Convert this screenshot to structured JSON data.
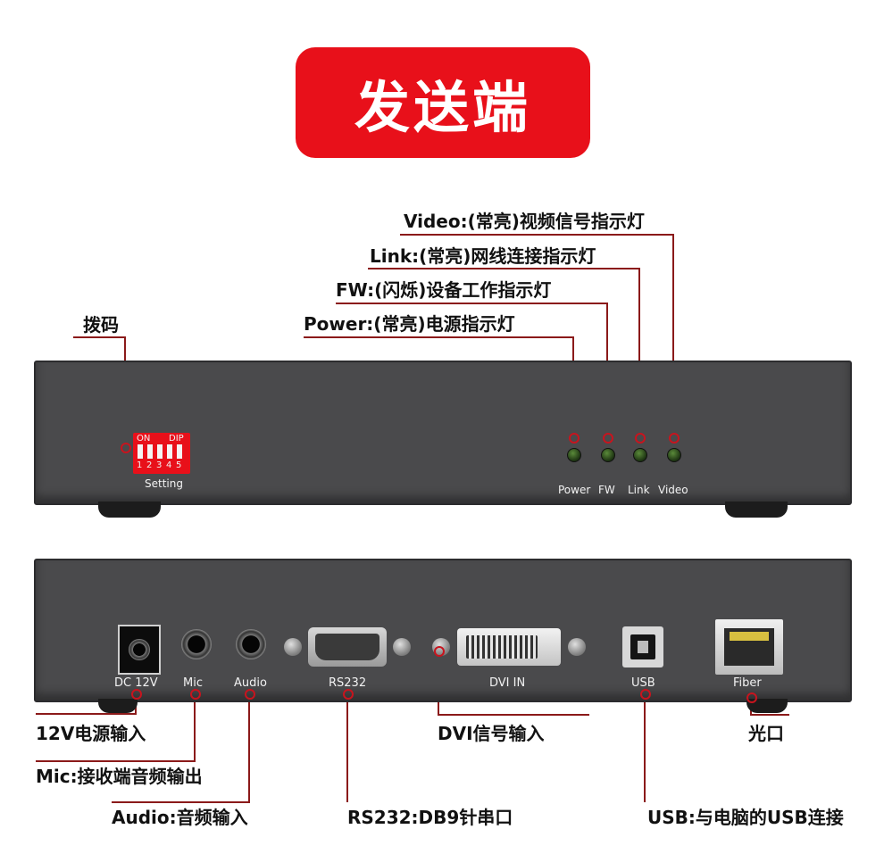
{
  "banner": {
    "title": "发送端",
    "color": "#e8101a"
  },
  "callouts": {
    "video": "Video:(常亮)视频信号指示灯",
    "link": "Link:(常亮)网线连接指示灯",
    "fw": "FW:(闪烁)设备工作指示灯",
    "power": "Power:(常亮)电源指示灯",
    "dip": "拨码",
    "dc": "12V电源输入",
    "mic": "Mic:接收端音频输出",
    "audio": "Audio:音频输入",
    "rs232": "RS232:DB9针串口",
    "dvi": "DVI信号输入",
    "usb": "USB:与电脑的USB连接",
    "fiber": "光口"
  },
  "front_panel": {
    "dip": {
      "on": "ON",
      "dip": "DIP",
      "numbers": [
        "1",
        "2",
        "3",
        "4",
        "5"
      ],
      "setting": "Setting"
    },
    "leds": [
      "Power",
      "FW",
      "Link",
      "Video"
    ]
  },
  "rear_panel": {
    "ports": [
      "DC 12V",
      "Mic",
      "Audio",
      "RS232",
      "DVI IN",
      "USB",
      "Fiber"
    ]
  },
  "colors": {
    "line": "#8b1a1a",
    "device": "#4a4a4c",
    "dip_switch": "#e8101a"
  }
}
